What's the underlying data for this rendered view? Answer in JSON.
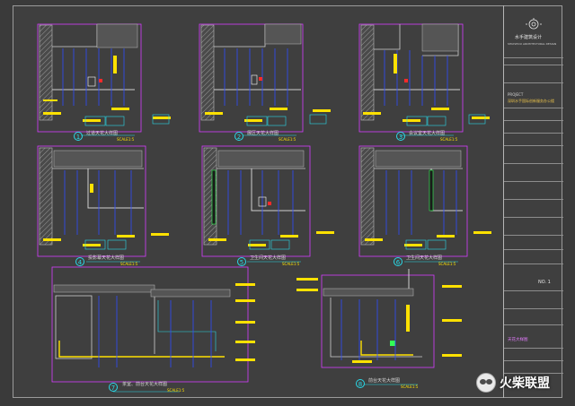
{
  "sheet": {
    "border_color": "#9a9a9a",
    "accent_colors": {
      "blue_dim": "#2f4bff",
      "yellow": "#ffe100",
      "cyan": "#29d9e8",
      "magenta": "#d63cff",
      "red": "#ff2a2a",
      "green": "#33ff55"
    }
  },
  "details": [
    {
      "id": "1",
      "caption": "过道天花大样图",
      "scale": "SCALE1:5"
    },
    {
      "id": "2",
      "caption": "展区天花大样图",
      "scale": "SCALE1:5"
    },
    {
      "id": "3",
      "caption": "会议室天花大样图",
      "scale": "SCALE1:5"
    },
    {
      "id": "4",
      "caption": "投影幕天花大样图",
      "scale": "SCALE1:5"
    },
    {
      "id": "5",
      "caption": "卫生间天花大样图",
      "scale": "SCALE1:5"
    },
    {
      "id": "6",
      "caption": "卫生间天花大样图",
      "scale": "SCALE1:5"
    },
    {
      "id": "7",
      "caption": "茶室、前台天花大样图",
      "scale": "SCALE1:5"
    },
    {
      "id": "8",
      "caption": "前台天花大样图",
      "scale": "SCALE1:5"
    }
  ],
  "title_block": {
    "company_name": "水手建筑设计",
    "company_sub": "SHUISHOU ARCHITECTURAL DESIGN",
    "project_label": "PROJECT",
    "project_name": "深圳水手国际创新服务办公楼",
    "drawing_label": "天花大样图",
    "sheet_no": "NO. 1"
  },
  "watermark": {
    "text": "火柴联盟",
    "icon": "wechat-icon"
  }
}
